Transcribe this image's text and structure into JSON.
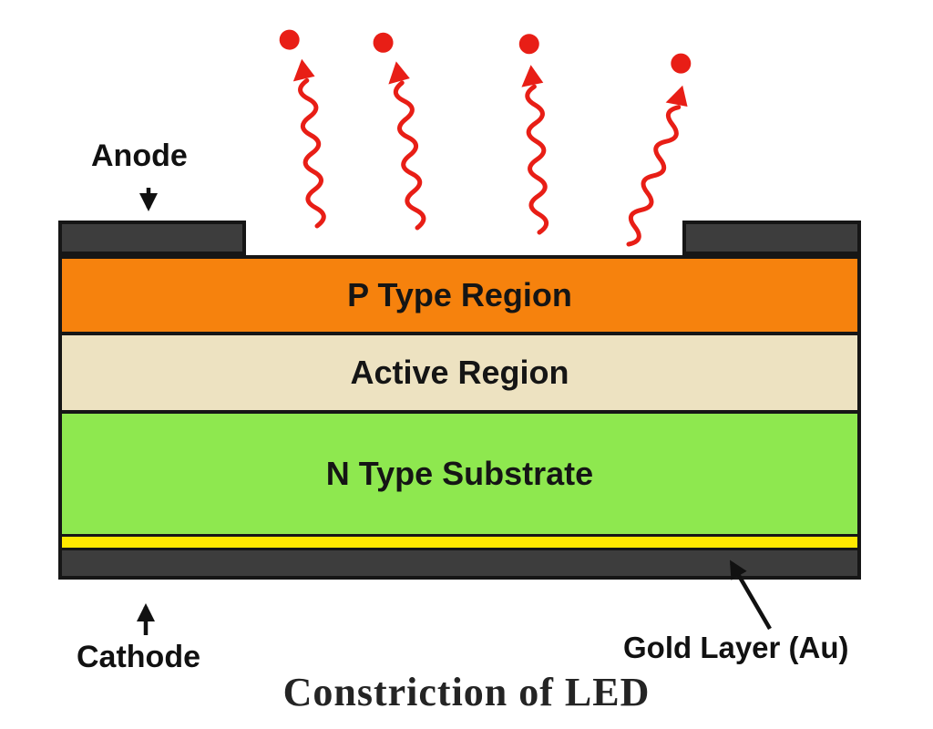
{
  "title": "Constriction of LED",
  "labels": {
    "anode": "Anode",
    "cathode": "Cathode",
    "gold": "Gold Layer (Au)"
  },
  "layers": {
    "p_type": "P Type Region",
    "active": "Active Region",
    "n_type": "N Type Substrate"
  },
  "colors": {
    "p_type": "#F6820D",
    "active": "#EDE2C1",
    "n_type": "#8EE84F",
    "gold": "#FFE800",
    "contact": "#3D3D3D",
    "photon": "#E81E16",
    "arrow": "#111111"
  }
}
